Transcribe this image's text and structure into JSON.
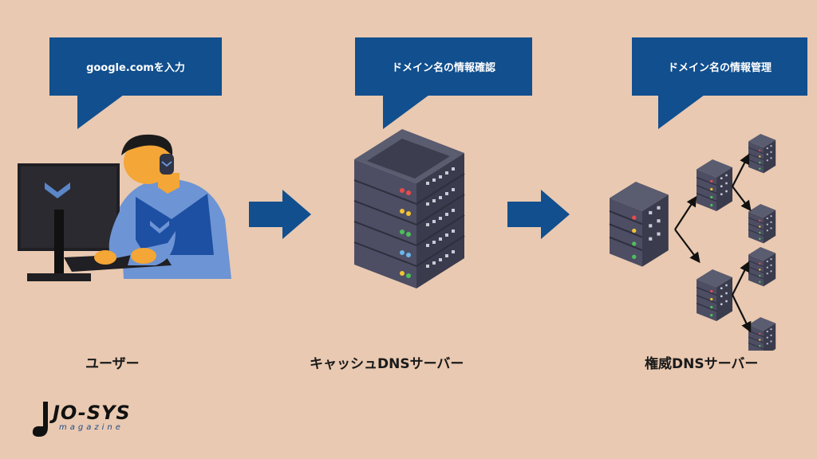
{
  "bubbles": {
    "user": "google.comを入力",
    "cache": "ドメイン名の情報確認",
    "auth": "ドメイン名の情報管理"
  },
  "labels": {
    "user": "ユーザー",
    "cache": "キャッシュDNSサーバー",
    "auth": "権威DNSサーバー"
  },
  "logo": {
    "main": "JO-SYS",
    "sub": "magazine"
  },
  "colors": {
    "background": "#e9c9b1",
    "accent": "#114f8e",
    "server": "#4d4e63"
  }
}
